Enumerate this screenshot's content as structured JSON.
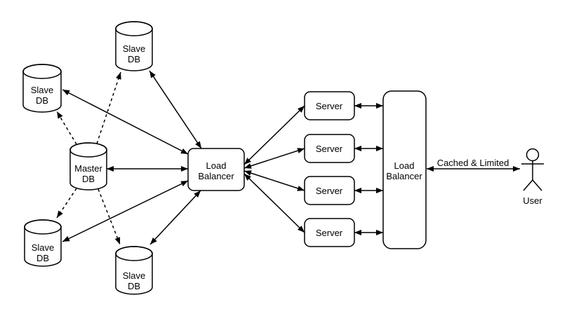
{
  "colors": {
    "background": "#ffffff",
    "line": "#000000",
    "shape_fill": "#ffffff"
  },
  "nodes": {
    "slave_db_top": {
      "line1": "Slave",
      "line2": "DB"
    },
    "slave_db_upper_left": {
      "line1": "Slave",
      "line2": "DB"
    },
    "master_db": {
      "line1": "Master",
      "line2": "DB"
    },
    "slave_db_lower_left": {
      "line1": "Slave",
      "line2": "DB"
    },
    "slave_db_bottom": {
      "line1": "Slave",
      "line2": "DB"
    },
    "load_balancer_db_tier": {
      "line1": "Load",
      "line2": "Balancer"
    },
    "servers": [
      {
        "label": "Server"
      },
      {
        "label": "Server"
      },
      {
        "label": "Server"
      },
      {
        "label": "Server"
      }
    ],
    "load_balancer_front": {
      "line1": "Load",
      "line2": "Balancer"
    },
    "user": {
      "label": "User"
    }
  },
  "edges": {
    "front_lb_to_user_label": "Cached & Limited"
  }
}
